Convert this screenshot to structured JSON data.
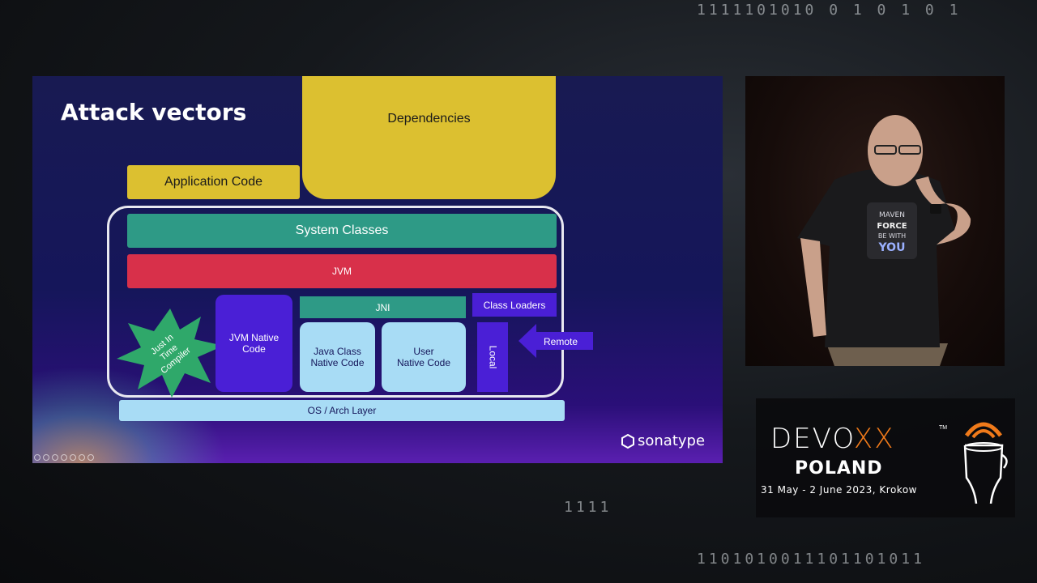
{
  "slide": {
    "title": "Attack vectors",
    "dependencies": "Dependencies",
    "application_code": "Application Code",
    "system_classes": "System Classes",
    "jvm": "JVM",
    "jit": [
      "Just In",
      "Time",
      "Compiler"
    ],
    "jvm_native_code": [
      "JVM Native",
      "Code"
    ],
    "jni": "JNI",
    "java_class_native_code": [
      "Java Class",
      "Native Code"
    ],
    "user_native_code": [
      "User",
      "Native Code"
    ],
    "class_loaders": "Class Loaders",
    "local": "Local",
    "remote": "Remote",
    "os_arch_layer": "OS / Arch Layer",
    "brand": "sonatype"
  },
  "badge": {
    "devoxx_prefix": "DEVO",
    "devoxx_suffix": "XX",
    "trademark": "TM",
    "edition": "POLAND",
    "dates": "31 May - 2 June 2023, Krokow"
  },
  "background": {
    "digits_top": "1111101010 0 1 0 1 0 1",
    "digits_mid": "1111",
    "digits_bottom": "1101010011101101011"
  },
  "colors": {
    "slide_bg": "#181a52",
    "yellow": "#dcc030",
    "teal": "#2e9a86",
    "red": "#d8304a",
    "purple": "#4a1fd6",
    "light_blue": "#a8dcf5",
    "jit_green": "#2fa86a",
    "devoxx_orange": "#f07a1a"
  }
}
